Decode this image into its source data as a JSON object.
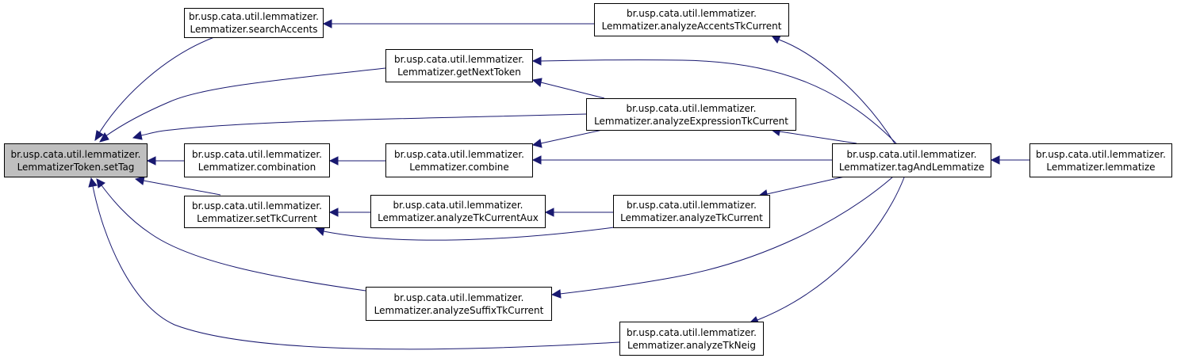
{
  "colors": {
    "edge": "#191970",
    "root_fill": "#bfbfbf",
    "node_fill": "#ffffff",
    "border": "#000000"
  },
  "nodes": {
    "set_tag": {
      "l1": "br.usp.cata.util.lemmatizer.",
      "l2": "LemmatizerToken.setTag"
    },
    "search_accents": {
      "l1": "br.usp.cata.util.lemmatizer.",
      "l2": "Lemmatizer.searchAccents"
    },
    "get_next_token": {
      "l1": "br.usp.cata.util.lemmatizer.",
      "l2": "Lemmatizer.getNextToken"
    },
    "combination": {
      "l1": "br.usp.cata.util.lemmatizer.",
      "l2": "Lemmatizer.combination"
    },
    "combine": {
      "l1": "br.usp.cata.util.lemmatizer.",
      "l2": "Lemmatizer.combine"
    },
    "set_tk_current": {
      "l1": "br.usp.cata.util.lemmatizer.",
      "l2": "Lemmatizer.setTkCurrent"
    },
    "analyze_tk_current_aux": {
      "l1": "br.usp.cata.util.lemmatizer.",
      "l2": "Lemmatizer.analyzeTkCurrentAux"
    },
    "analyze_suffix": {
      "l1": "br.usp.cata.util.lemmatizer.",
      "l2": "Lemmatizer.analyzeSuffixTkCurrent"
    },
    "analyze_accents": {
      "l1": "br.usp.cata.util.lemmatizer.",
      "l2": "Lemmatizer.analyzeAccentsTkCurrent"
    },
    "analyze_expression": {
      "l1": "br.usp.cata.util.lemmatizer.",
      "l2": "Lemmatizer.analyzeExpressionTkCurrent"
    },
    "analyze_tk_current": {
      "l1": "br.usp.cata.util.lemmatizer.",
      "l2": "Lemmatizer.analyzeTkCurrent"
    },
    "analyze_tk_neig": {
      "l1": "br.usp.cata.util.lemmatizer.",
      "l2": "Lemmatizer.analyzeTkNeig"
    },
    "tag_and_lemmatize": {
      "l1": "br.usp.cata.util.lemmatizer.",
      "l2": "Lemmatizer.tagAndLemmatize"
    },
    "lemmatize": {
      "l1": "br.usp.cata.util.lemmatizer.",
      "l2": "Lemmatizer.lemmatize"
    }
  },
  "edges": [
    {
      "from": "search_accents",
      "to": "set_tag"
    },
    {
      "from": "get_next_token",
      "to": "set_tag"
    },
    {
      "from": "analyze_expression",
      "to": "set_tag"
    },
    {
      "from": "combination",
      "to": "set_tag"
    },
    {
      "from": "set_tk_current",
      "to": "set_tag"
    },
    {
      "from": "analyze_suffix",
      "to": "set_tag"
    },
    {
      "from": "analyze_tk_neig",
      "to": "set_tag"
    },
    {
      "from": "analyze_accents",
      "to": "search_accents"
    },
    {
      "from": "analyze_expression",
      "to": "get_next_token"
    },
    {
      "from": "tag_and_lemmatize",
      "to": "get_next_token"
    },
    {
      "from": "combine",
      "to": "combination"
    },
    {
      "from": "analyze_expression",
      "to": "combine"
    },
    {
      "from": "tag_and_lemmatize",
      "to": "combine"
    },
    {
      "from": "analyze_tk_current_aux",
      "to": "set_tk_current"
    },
    {
      "from": "analyze_tk_current",
      "to": "set_tk_current"
    },
    {
      "from": "analyze_tk_current",
      "to": "analyze_tk_current_aux"
    },
    {
      "from": "tag_and_lemmatize",
      "to": "analyze_accents"
    },
    {
      "from": "tag_and_lemmatize",
      "to": "analyze_expression"
    },
    {
      "from": "tag_and_lemmatize",
      "to": "analyze_tk_current"
    },
    {
      "from": "tag_and_lemmatize",
      "to": "analyze_suffix"
    },
    {
      "from": "tag_and_lemmatize",
      "to": "analyze_tk_neig"
    },
    {
      "from": "lemmatize",
      "to": "tag_and_lemmatize"
    }
  ]
}
